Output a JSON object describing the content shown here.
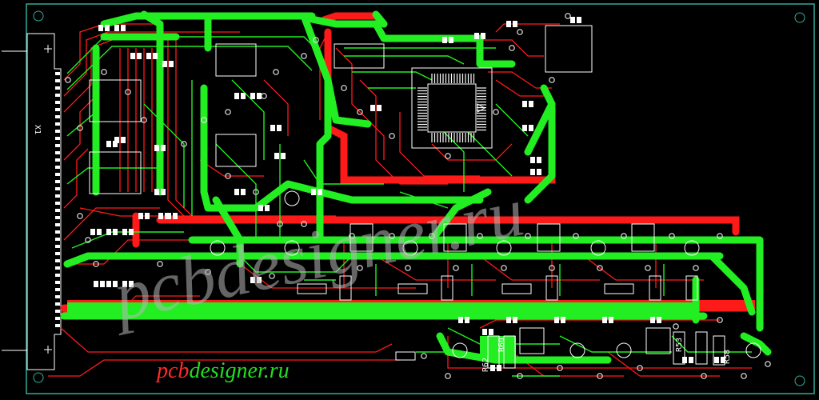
{
  "board": {
    "colors": {
      "background": "#000000",
      "top_copper": "#ff1a1a",
      "bottom_copper": "#22ee22",
      "silkscreen": "#ffffff",
      "outline": "#33aa99",
      "vias": "#e8e8e8"
    },
    "connector_label": "X1",
    "refdes": [
      "R62",
      "R60",
      "R53",
      "R58"
    ]
  },
  "watermark": {
    "main": "pcbdesigner.ru",
    "footer_red": "pcb",
    "footer_green": "designer.ru"
  }
}
